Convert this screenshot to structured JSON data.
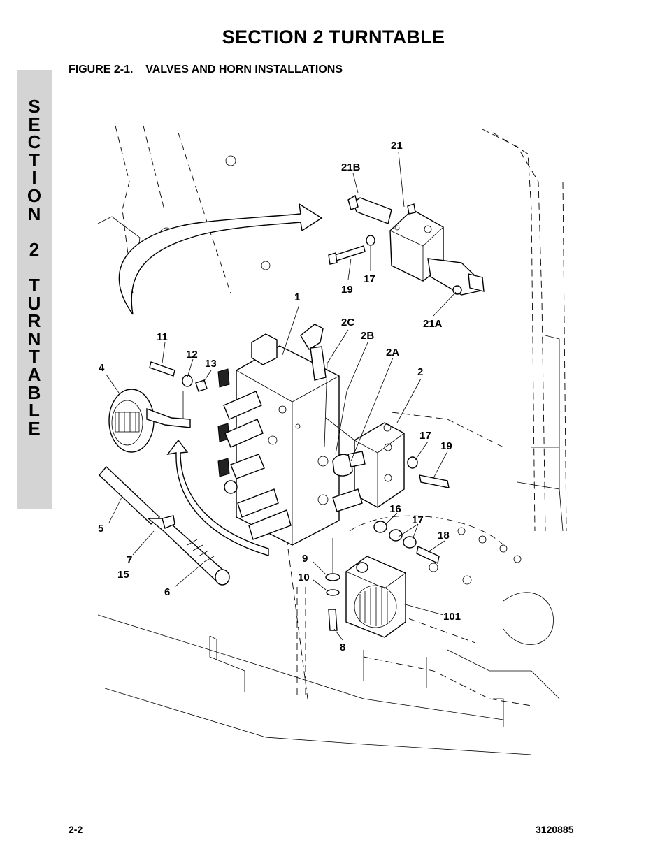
{
  "header": {
    "section_title": "SECTION 2  TURNTABLE",
    "figure_caption": "FIGURE 2-1.    VALVES AND HORN INSTALLATIONS"
  },
  "side_tab": {
    "letters": [
      "S",
      "E",
      "C",
      "T",
      "I",
      "O",
      "N",
      "",
      "2",
      "",
      "T",
      "U",
      "R",
      "N",
      "T",
      "A",
      "B",
      "L",
      "E"
    ]
  },
  "callouts": {
    "c21": "21",
    "c21B": "21B",
    "c19a": "19",
    "c17a": "17",
    "c21A": "21A",
    "c1": "1",
    "c2C": "2C",
    "c2B": "2B",
    "c2A": "2A",
    "c2": "2",
    "c11": "11",
    "c12": "12",
    "c13": "13",
    "c4": "4",
    "c17b": "17",
    "c19b": "19",
    "c16": "16",
    "c17c": "17",
    "c18": "18",
    "c5": "5",
    "c7": "7",
    "c15": "15",
    "c6": "6",
    "c9": "9",
    "c10": "10",
    "c8": "8",
    "c101": "101"
  },
  "footer": {
    "page_number": "2-2",
    "document_number": "3120885"
  }
}
